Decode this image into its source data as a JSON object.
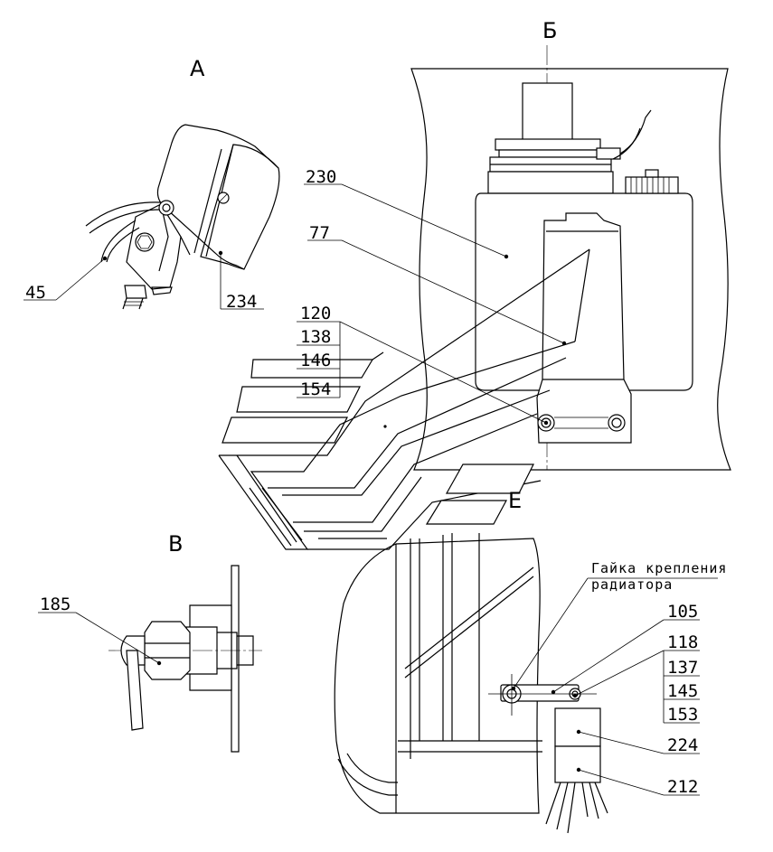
{
  "views": {
    "a": "А",
    "b": "Б",
    "v": "В",
    "e": "Е"
  },
  "callouts": {
    "c45": "45",
    "c234": "234",
    "c230": "230",
    "c77": "77",
    "c120": "120",
    "c138": "138",
    "c146": "146",
    "c154": "154",
    "c185": "185",
    "c105": "105",
    "c118": "118",
    "c137": "137",
    "c145": "145",
    "c153": "153",
    "c224": "224",
    "c212": "212"
  },
  "note": {
    "line1": "Гайка крепления",
    "line2": "радиатора"
  }
}
